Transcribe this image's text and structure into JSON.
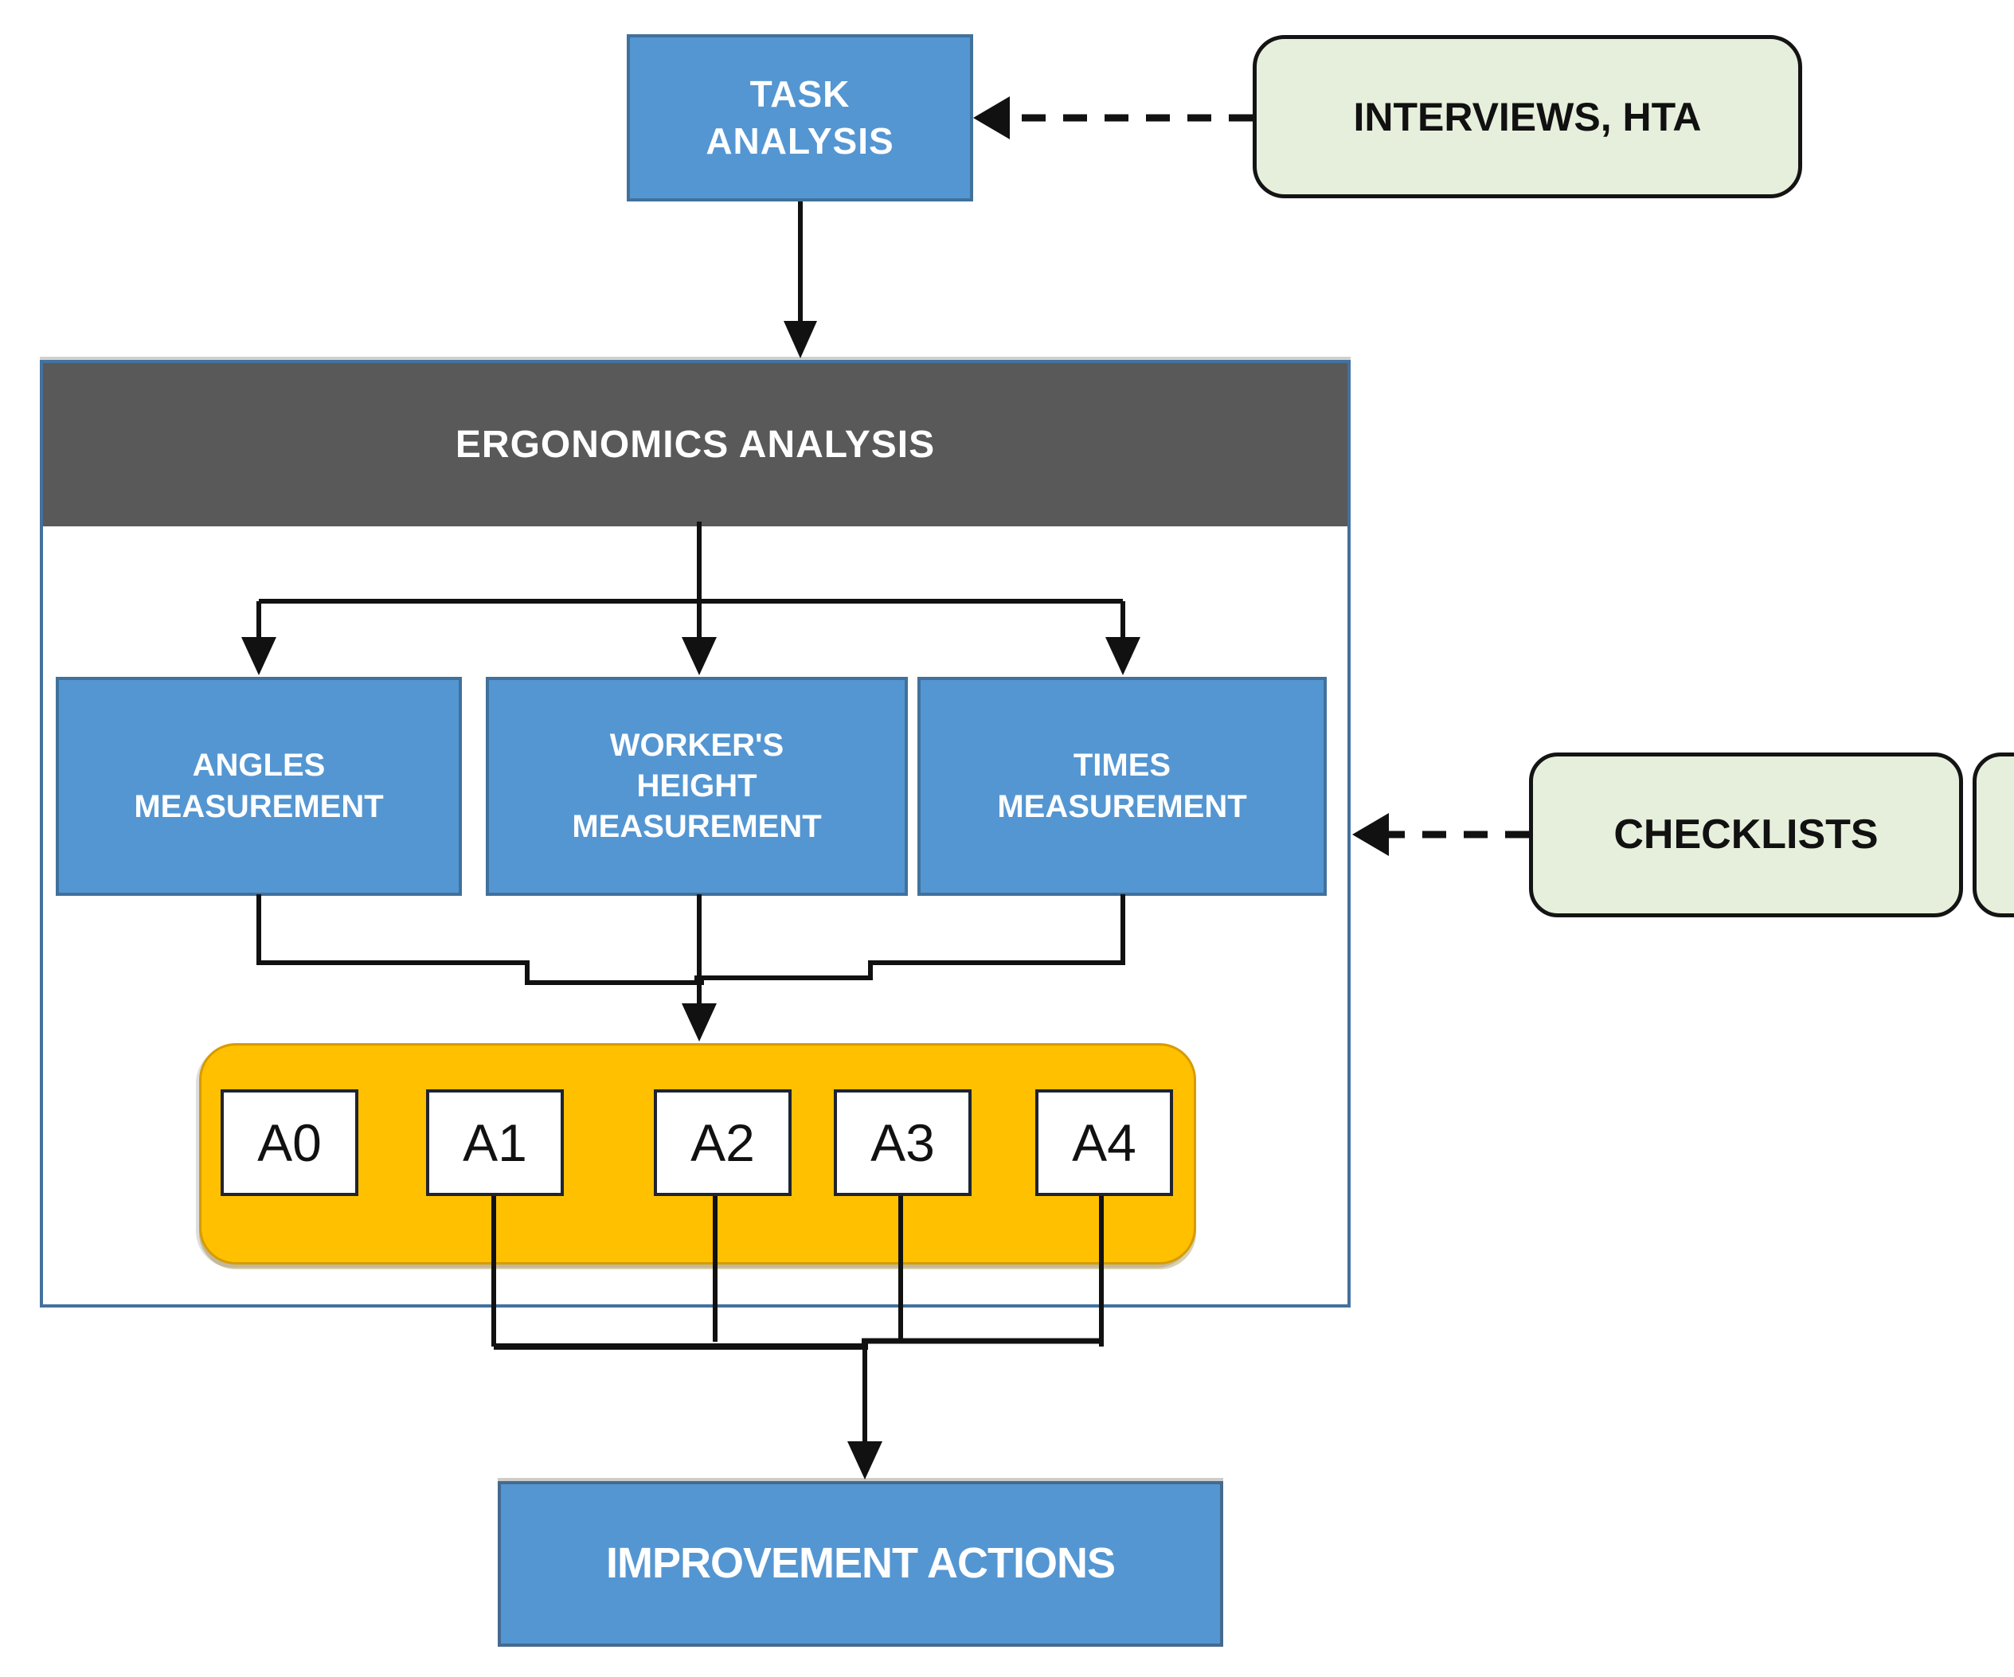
{
  "colors": {
    "node-blue": "#5496D2",
    "node-blue-border": "#41719C",
    "improvement-border": "#456A8E",
    "header-gray": "#595959",
    "panel-border": "#44719E",
    "green-fill": "#E6EFDB",
    "green-border": "#141414",
    "orange-fill": "#FFC000",
    "orange-border": "#D79B00",
    "abox-border": "#1F2430",
    "wire": "#111111",
    "text-light": "#FFFFFF",
    "text-dark": "#111111"
  },
  "nodes": {
    "task_analysis": {
      "label": "TASK\nANALYSIS"
    },
    "interviews": {
      "label": "INTERVIEWS, HTA"
    },
    "ergonomics_header": {
      "label": "ERGONOMICS ANALYSIS"
    },
    "angles": {
      "label": "ANGLES\nMEASUREMENT"
    },
    "workers_height": {
      "label": "WORKER'S\nHEIGHT\nMEASUREMENT"
    },
    "times": {
      "label": "TIMES\nMEASUREMENT"
    },
    "checklists": {
      "label": "CHECKLISTS"
    },
    "actions": [
      {
        "label": "A0"
      },
      {
        "label": "A1"
      },
      {
        "label": "A2"
      },
      {
        "label": "A3"
      },
      {
        "label": "A4"
      }
    ],
    "improvement": {
      "label": "IMPROVEMENT ACTIONS"
    }
  }
}
